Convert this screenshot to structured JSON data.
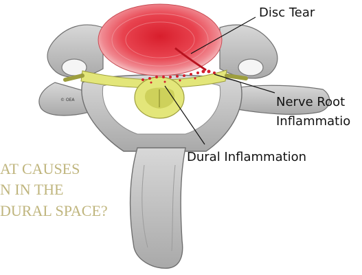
{
  "labels": {
    "disc_tear": "Disc Tear",
    "nerve_root_line1": "Nerve Root",
    "nerve_root_line2": "Inflammatio",
    "dural_inflammation": "Dural Inflammation"
  },
  "overlay": {
    "line1": "AT CAUSES",
    "line2": "N IN THE",
    "line3": "DURAL SPACE?"
  },
  "copyright": "© OEA",
  "colors": {
    "bone": "#c9c9c9",
    "bone_shadow": "#8f8f8f",
    "disc": "#e5323e",
    "disc_ring": "#f08a8f",
    "nerve": "#e3e67a",
    "inflammation": "#d41f2c",
    "overlay_text": "#b9ad70"
  }
}
